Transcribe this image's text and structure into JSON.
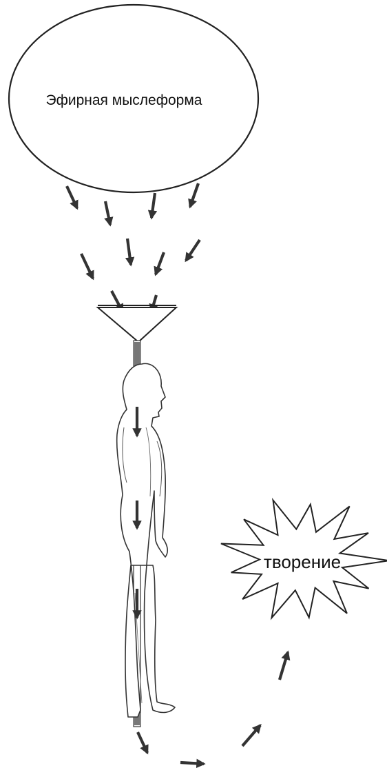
{
  "labels": {
    "thoughtform": "Эфирная мыслеформа",
    "creation": "творение"
  },
  "icons": {
    "funnel": "funnel-icon",
    "figure": "standing-human-figure",
    "burst": "starburst-shape",
    "arrow": "arrow-icon"
  },
  "colors": {
    "stroke": "#222222",
    "arrow": "#333333",
    "background": "#ffffff"
  }
}
